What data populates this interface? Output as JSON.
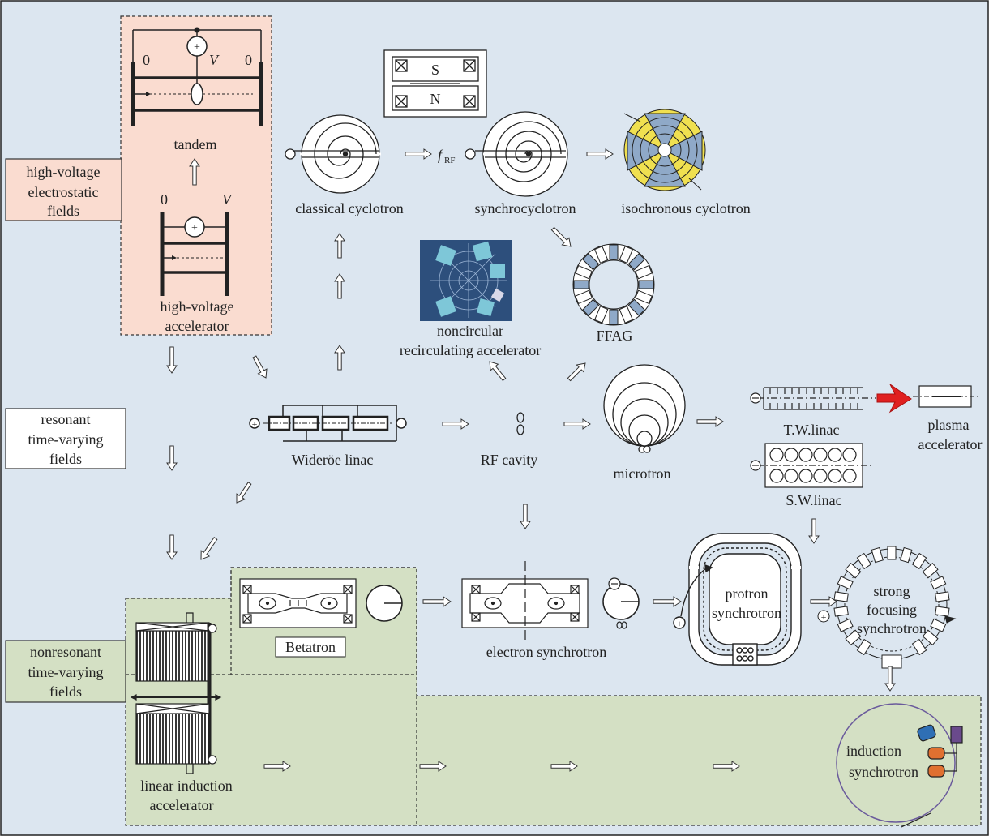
{
  "colors": {
    "background": "#dce6f0",
    "electrostatic_fill": "#fadcd0",
    "nonresonant_fill": "#d4e0c4",
    "label_box_fill": "#ffffff",
    "line": "#222222",
    "magnet_blue": "#8fa9c8",
    "yellow": "#f0e050",
    "plasma_arrow": "#e02020",
    "induction_blue": "#2f6fb5",
    "induction_orange": "#e07030",
    "induction_purple": "#6a4a8c",
    "ring": "#6a5a9c"
  },
  "categories": {
    "electrostatic": [
      "high-voltage",
      "electrostatic",
      "fields"
    ],
    "resonant": [
      "resonant",
      "time-varying",
      "fields"
    ],
    "nonresonant": [
      "nonresonant",
      "time-varying",
      "fields"
    ]
  },
  "nodes": {
    "tandem": "tandem",
    "tandem_left_v": "0",
    "tandem_v": "V",
    "tandem_right_v": "0",
    "hv_zero": "0",
    "hv_v": "V",
    "hv_accel_l1": "high-voltage",
    "hv_accel_l2": "accelerator",
    "classical_cyclotron": "classical cyclotron",
    "magnet_s": "S",
    "magnet_n": "N",
    "f_rf": "f",
    "f_rf_sub": "RF",
    "synchrocyclotron": "synchrocyclotron",
    "isochronous_cyclotron": "isochronous cyclotron",
    "noncircular_l1": "noncircular",
    "noncircular_l2": "recirculating accelerator",
    "ffag": "FFAG",
    "wideroe_linac": "Wideröe linac",
    "rf_cavity": "RF cavity",
    "microtron": "microtron",
    "tw_linac": "T.W.linac",
    "sw_linac": "S.W.linac",
    "plasma_l1": "plasma",
    "plasma_l2": "accelerator",
    "betatron": "Betatron",
    "electron_synchrotron": "electron synchrotron",
    "protron_l1": "protron",
    "protron_l2": "synchrotron",
    "strong_l1": "strong",
    "strong_l2": "focusing",
    "strong_l3": "synchrotron",
    "linear_induction_l1": "linear induction",
    "linear_induction_l2": "accelerator",
    "induction_l1": "induction",
    "induction_l2": "synchrotron"
  }
}
